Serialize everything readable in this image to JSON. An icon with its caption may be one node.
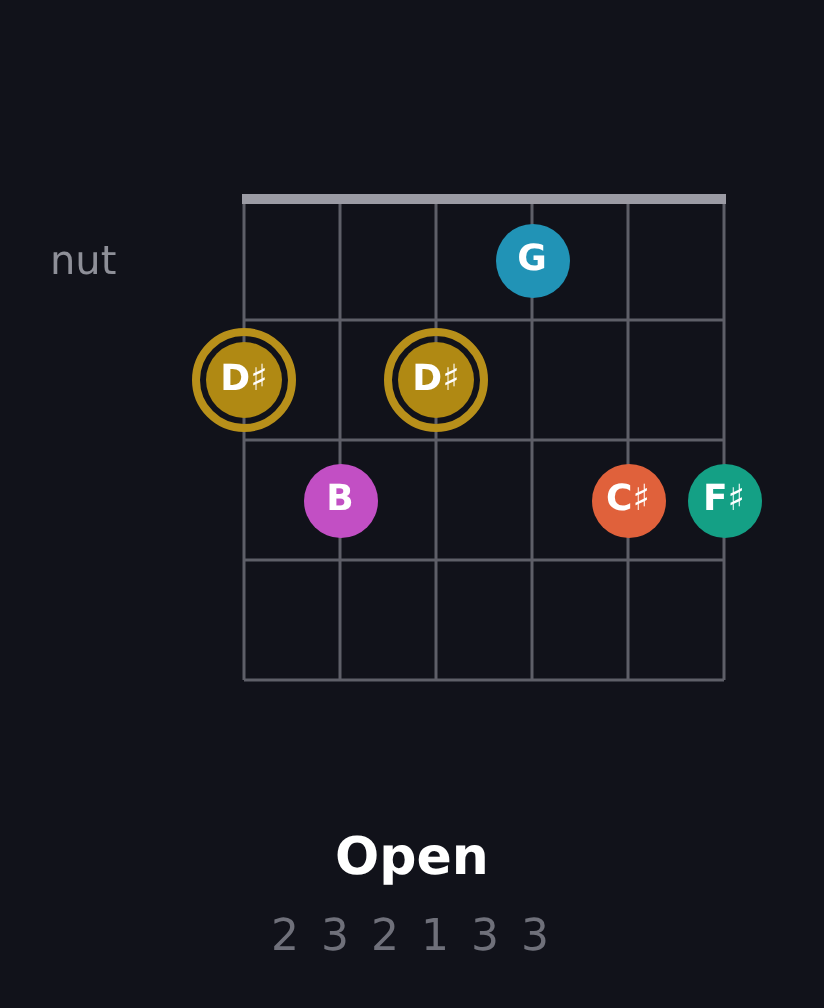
{
  "diagram": {
    "title": "Open",
    "nodes": [
      {
        "text": [
          "G"
        ]
      },
      {
        "text": [
          "D♯"
        ]
      },
      {
        "text": [
          "D♯"
        ]
      },
      {
        "text": [
          "B"
        ]
      },
      {
        "text": [
          "C♯"
        ]
      },
      {
        "text": [
          "F♯"
        ]
      }
    ],
    "labels": [
      "nut",
      "2 3 2 1 3 3"
    ]
  }
}
